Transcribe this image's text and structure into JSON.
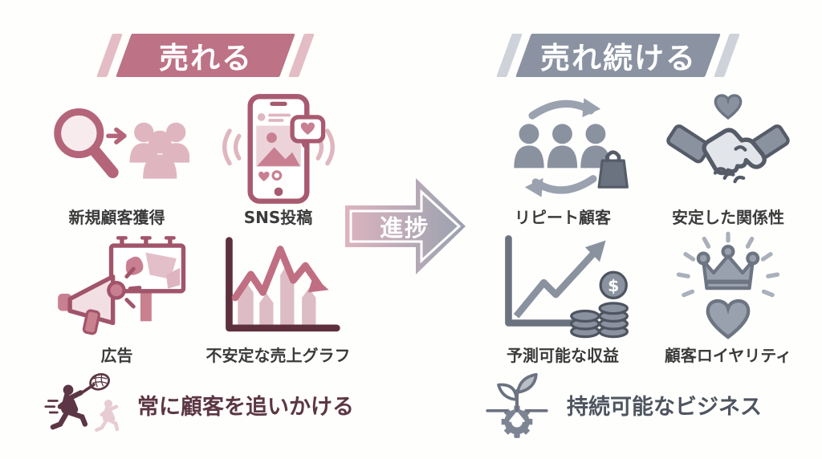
{
  "left_section": {
    "banner": "売れる",
    "items": [
      {
        "label": "新規顧客獲得",
        "icon": "magnifier-to-people-icon"
      },
      {
        "label": "SNS投稿",
        "icon": "smartphone-sns-icon"
      },
      {
        "label": "広告",
        "icon": "megaphone-billboard-icon"
      },
      {
        "label": "不安定な売上グラフ",
        "icon": "unstable-sales-graph-icon"
      }
    ],
    "summary": "常に顧客を追いかける"
  },
  "center": {
    "arrow_label": "進捗"
  },
  "right_section": {
    "banner": "売れ続ける",
    "items": [
      {
        "label": "リピート顧客",
        "icon": "repeat-customers-icon"
      },
      {
        "label": "安定した関係性",
        "icon": "handshake-heart-icon"
      },
      {
        "label": "予測可能な収益",
        "icon": "growth-chart-coins-icon"
      },
      {
        "label": "顧客ロイヤリティ",
        "icon": "crown-heart-icon"
      }
    ],
    "summary": "持続可能なビジネス"
  },
  "colors": {
    "pink_banner": "#bd7286",
    "pink_banner_slash": "#e4bcc6",
    "gray_banner": "#8b93a2",
    "gray_banner_slash": "#ced2d9",
    "pink_stroke": "#a85a70",
    "pink_fill": "#e0b8c2",
    "dark_maroon": "#5c3644",
    "gray_stroke": "#555c68",
    "gray_fill": "#8a92a0",
    "label_text": "#3b3b3b",
    "summary_left_text": "#5c3644",
    "summary_right_text": "#4e5560",
    "arrow_gradient_start": "#dcb4bf",
    "arrow_gradient_end": "#9aa1af"
  }
}
